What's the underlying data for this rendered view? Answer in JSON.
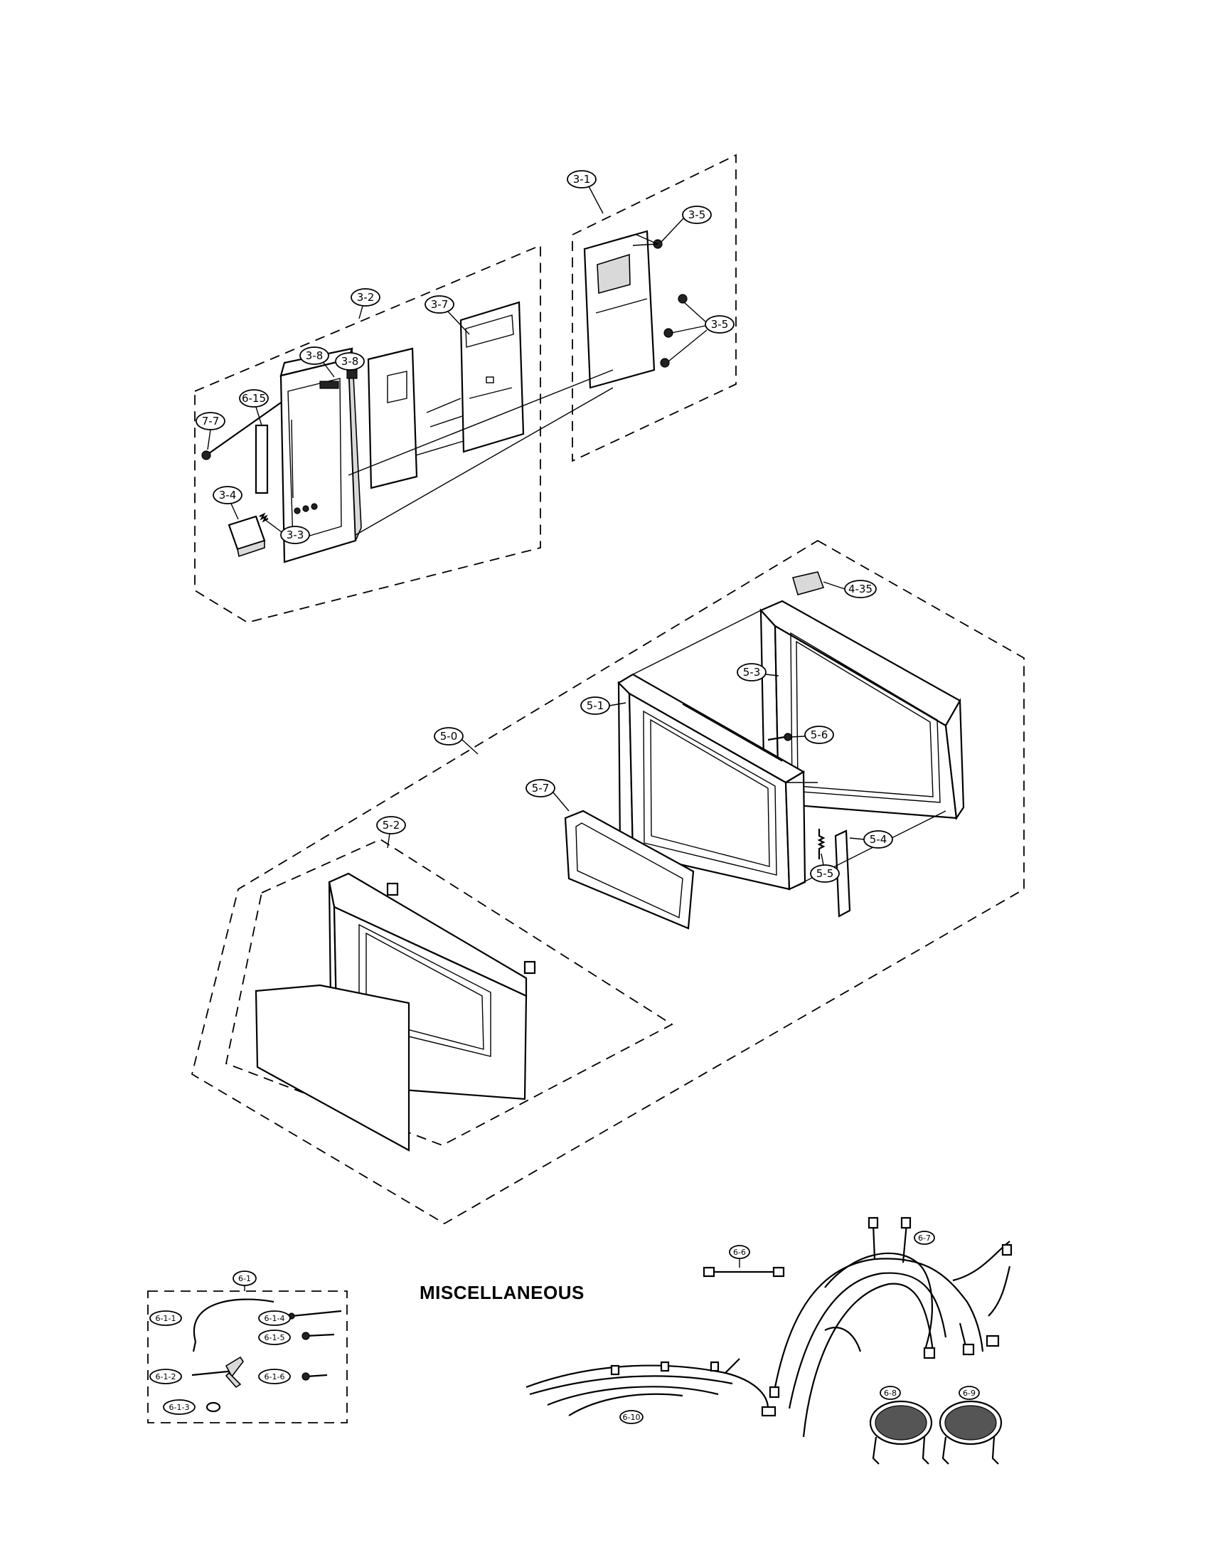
{
  "section_heading": "MISCELLANEOUS",
  "callouts": {
    "c3_1": "3-1",
    "c3_2": "3-2",
    "c3_3": "3-3",
    "c3_4": "3-4",
    "c3_5a": "3-5",
    "c3_5b": "3-5",
    "c3_7": "3-7",
    "c3_8a": "3-8",
    "c3_8b": "3-8",
    "c6_15": "6-15",
    "c7_7": "7-7",
    "c4_35": "4-35",
    "c5_0": "5-0",
    "c5_1": "5-1",
    "c5_2": "5-2",
    "c5_3": "5-3",
    "c5_4": "5-4",
    "c5_5": "5-5",
    "c5_6": "5-6",
    "c5_7": "5-7",
    "c6_1": "6-1",
    "c6_1_1": "6-1-1",
    "c6_1_2": "6-1-2",
    "c6_1_3": "6-1-3",
    "c6_1_4": "6-1-4",
    "c6_1_5": "6-1-5",
    "c6_1_6": "6-1-6",
    "c6_6": "6-6",
    "c6_7": "6-7",
    "c6_8": "6-8",
    "c6_9": "6-9",
    "c6_10": "6-10"
  }
}
